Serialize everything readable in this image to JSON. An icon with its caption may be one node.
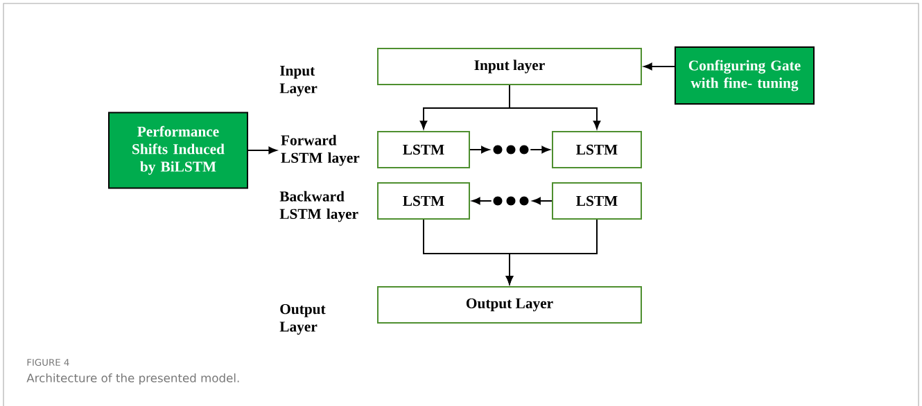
{
  "diagram": {
    "title": "FIGURE 4",
    "caption": "Architecture of the presented model.",
    "nodes": [
      {
        "text": [
          "Configuring Gate with fine- tuning"
        ]
      },
      {
        "text": [
          "Input layer"
        ]
      },
      {
        "text": [
          "Performance Shifts Induced by BiLSTM"
        ]
      },
      {
        "text": [
          "Forward LSTM layer"
        ]
      },
      {
        "text": [
          "LSTM"
        ]
      },
      {
        "text": [],
        "shape": "dots"
      },
      {
        "text": [
          "LSTM"
        ]
      },
      {
        "text": [
          "LSTM"
        ]
      },
      {
        "text": [],
        "shape": "dots"
      },
      {
        "text": [
          "LSTM"
        ]
      },
      {
        "text": [
          "Output Layer"
        ]
      }
    ],
    "edges": [
      {
        "from": 0,
        "to": 1,
        "arrow": "to"
      },
      {
        "from": 2,
        "to": 3,
        "arrow": "to"
      },
      {
        "from": 1,
        "to": 4,
        "arrow": "to"
      },
      {
        "from": 1,
        "to": 6,
        "arrow": "to"
      },
      {
        "from": 4,
        "to": 5,
        "arrow": "to"
      },
      {
        "from": 5,
        "to": 6,
        "arrow": "to"
      },
      {
        "from": 9,
        "to": 8,
        "arrow": "to"
      },
      {
        "from": 8,
        "to": 7,
        "arrow": "to"
      },
      {
        "from": 7,
        "to": 10,
        "arrow": "to"
      },
      {
        "from": 9,
        "to": 10,
        "arrow": "to"
      }
    ],
    "labels": [
      "Input Layer",
      "Backward LSTM layer",
      "Output Layer"
    ]
  }
}
